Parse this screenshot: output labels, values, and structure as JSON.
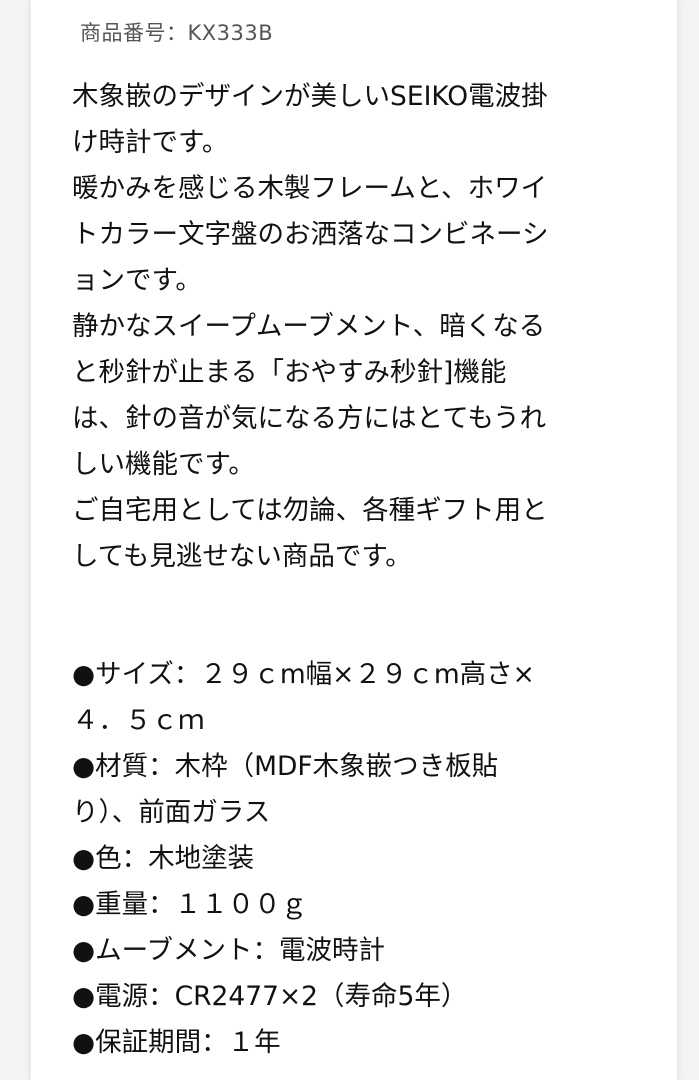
{
  "header": {
    "product_code": "商品番号：KX333B"
  },
  "description": {
    "lines": [
      "木象嵌のデザインが美しいSEIKO電波掛",
      "け時計です。",
      "暖かみを感じる木製フレームと、ホワイ",
      "トカラー文字盤のお洒落なコンビネーシ",
      "ョンです。",
      "静かなスイープムーブメント、暗くなる",
      "と秒針が止まる「おやすみ秒針]機能",
      "は、針の音が気になる方にはとてもうれ",
      "しい機能です。",
      "ご自宅用としては勿論、各種ギフト用と",
      "しても見逃せない商品です。"
    ]
  },
  "specs": {
    "lines": [
      "●サイズ：２９ｃm幅×２９ｃm高さ×",
      "４．５ｃｍ",
      "●材質：木枠（MDF木象嵌つき板貼",
      "り）、前面ガラス",
      "●色：木地塗装",
      "●重量：１１００ｇ",
      "●ムーブメント：電波時計",
      "●電源：CR2477×2（寿命5年）",
      "●保証期間：１年"
    ]
  }
}
